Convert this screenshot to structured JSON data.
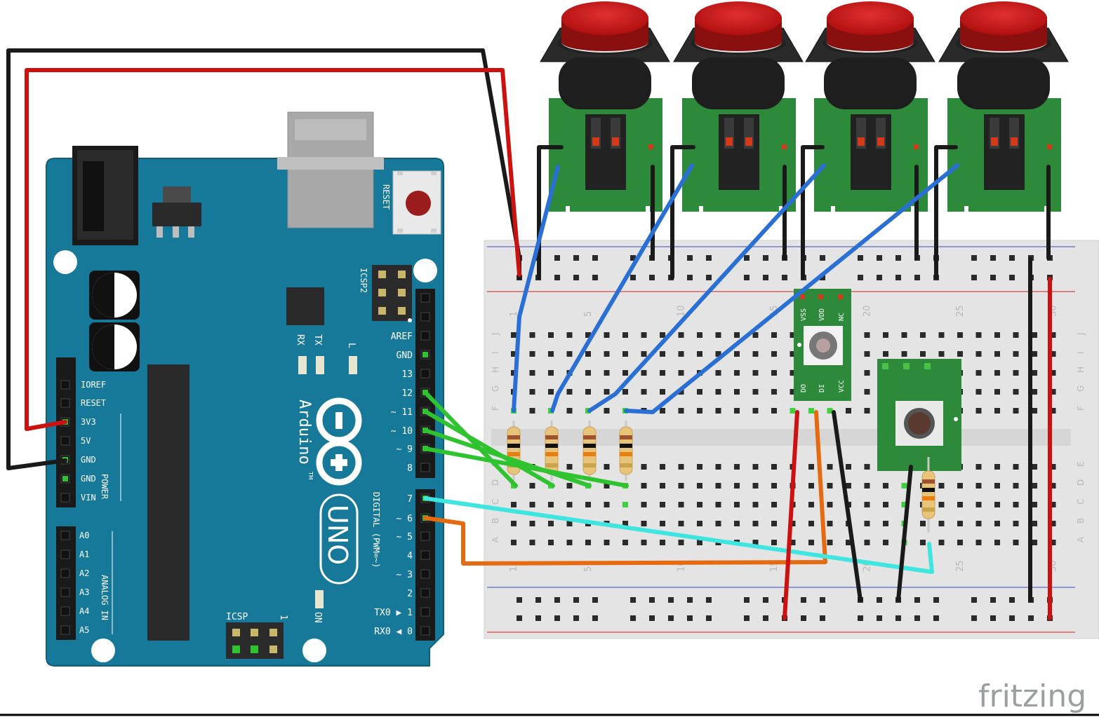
{
  "watermark": "fritzing",
  "arduino": {
    "model": "UNO",
    "brand": "Arduino",
    "tm": "TM",
    "reset": "RESET",
    "icsp": "ICSP",
    "icsp2": "ICSP2",
    "icsp_pin1": "1",
    "rx": "RX",
    "tx": "TX",
    "l": "L",
    "on": "ON",
    "power": "POWER",
    "analog_in": "ANALOG IN",
    "digital": "DIGITAL (PWM=~)",
    "power_pins": [
      "IOREF",
      "RESET",
      "3V3",
      "5V",
      "GND",
      "GND",
      "VIN"
    ],
    "analog_pins": [
      "A0",
      "A1",
      "A2",
      "A3",
      "A4",
      "A5"
    ],
    "digital_top": [
      "AREF",
      "GND",
      "13",
      "12",
      "~ 11",
      "~ 10",
      "~ 9",
      "8"
    ],
    "digital_bottom": [
      "7",
      "~ 6",
      "~ 5",
      "4",
      "~ 3",
      "2",
      "TX0 ▶ 1",
      "RX0 ◀ 0"
    ]
  },
  "breadboard": {
    "row_letters_top": [
      "J",
      "I",
      "H",
      "G",
      "F"
    ],
    "row_letters_bottom": [
      "E",
      "D",
      "C",
      "B",
      "A"
    ],
    "col_numbers": [
      "1",
      "5",
      "10",
      "15",
      "20",
      "25",
      "30"
    ]
  },
  "led_module": {
    "pins_top": [
      "VSS",
      "VDD",
      "NC"
    ],
    "pins_bottom": [
      "DO",
      "DI",
      "VCC"
    ]
  },
  "components": {
    "arcade_buttons": 4,
    "resistors": 5,
    "tactile_buttons": 1
  },
  "colors": {
    "board": "#17799a",
    "wire_black": "#1a1a1a",
    "wire_red": "#cc1111",
    "wire_blue": "#2a6fd6",
    "wire_green": "#2fc32f",
    "wire_cyan": "#3fe6e0",
    "wire_orange": "#e56a10",
    "button_red": "#cc1515",
    "pcb_green": "#2c8a3a"
  }
}
